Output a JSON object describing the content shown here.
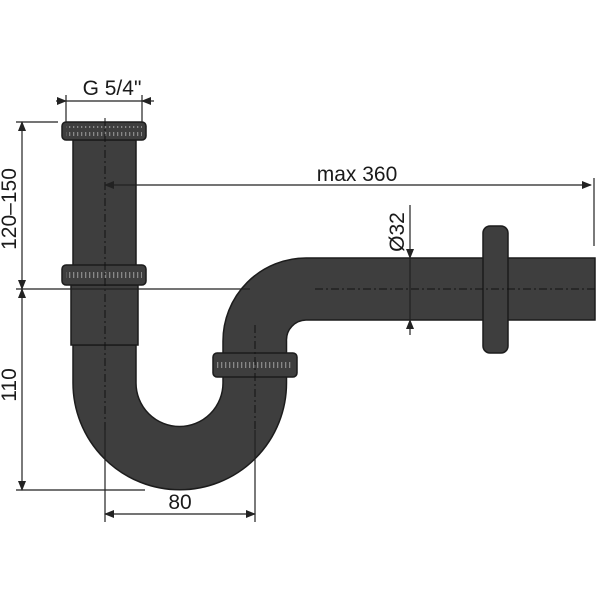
{
  "dimensions": {
    "thread": "G 5/4\"",
    "max_length": "max 360",
    "diameter": "Ø32",
    "height_adjustable": "120–150",
    "height_lower": "110",
    "width": "80"
  },
  "colors": {
    "pipe": "#3e3e3e",
    "outline": "#1c1c1c",
    "line": "#222222"
  }
}
